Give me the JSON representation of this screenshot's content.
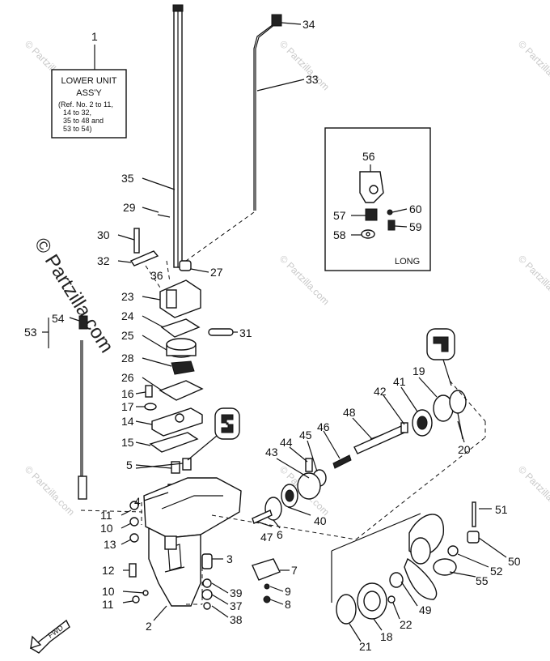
{
  "assembly_box": {
    "number": "1",
    "lines": [
      "LOWER UNIT",
      "ASS'Y",
      "(Ref. No. 2 to 11,",
      "14 to 32,",
      "35 to 48 and",
      "53 to 54)"
    ]
  },
  "inset_box": {
    "label": "LONG",
    "parts": [
      "56",
      "57",
      "58",
      "59",
      "60"
    ]
  },
  "watermark": {
    "text": "© Partzilla.com"
  },
  "fwd_label": "FWD",
  "callouts": {
    "c2": "2",
    "c3": "3",
    "c4": "4",
    "c5": "5",
    "c6": "6",
    "c7": "7",
    "c8": "8",
    "c9": "9",
    "c10a": "10",
    "c10b": "10",
    "c11a": "11",
    "c11b": "11",
    "c12": "12",
    "c13": "13",
    "c14": "14",
    "c15": "15",
    "c16": "16",
    "c17": "17",
    "c18": "18",
    "c19": "19",
    "c20": "20",
    "c21": "21",
    "c22": "22",
    "c23": "23",
    "c24": "24",
    "c25": "25",
    "c26": "26",
    "c27": "27",
    "c28": "28",
    "c29": "29",
    "c30": "30",
    "c31": "31",
    "c32": "32",
    "c33": "33",
    "c34": "34",
    "c35": "35",
    "c36": "36",
    "c37": "37",
    "c38": "38",
    "c39": "39",
    "c40": "40",
    "c41": "41",
    "c42": "42",
    "c43": "43",
    "c44": "44",
    "c45": "45",
    "c46": "46",
    "c47": "47",
    "c48": "48",
    "c49": "49",
    "c50": "50",
    "c51": "51",
    "c52": "52",
    "c53": "53",
    "c54": "54",
    "c55": "55",
    "c56": "56",
    "c57": "57",
    "c58": "58",
    "c59": "59",
    "c60": "60"
  }
}
